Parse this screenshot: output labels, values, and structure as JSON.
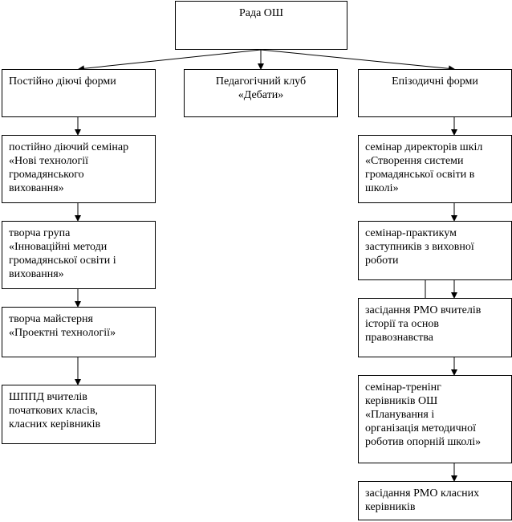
{
  "diagram": {
    "root": {
      "label": "Рада ОШ"
    },
    "branches": [
      {
        "label": "Постійно діючі форми"
      },
      {
        "label": "Педагогічний клуб\n«Дебати»"
      },
      {
        "label": "Епізодичні форми"
      }
    ],
    "left_items": [
      {
        "label": "постійно діючий семінар\n«Нові технології\nгромадянського\nвиховання»"
      },
      {
        "label": "творча група\n«Інноваційні методи\nгромадянської освіти і\nвиховання»"
      },
      {
        "label": "творча майстерня\n«Проектні технології»"
      },
      {
        "label": "ШППД вчителів\nпочаткових класів,\nкласних керівників"
      }
    ],
    "right_items": [
      {
        "label": "семінар директорів шкіл\n«Створення системи\nгромадянської освіти в\nшколі»"
      },
      {
        "label": "семінар-практикум\nзаступників з виховної\nроботи"
      },
      {
        "label": "засідання РМО вчителів\nісторії та основ\nправознавства"
      },
      {
        "label": "семінар-тренінг\nкерівників ОШ\n«Планування і\nорганізація методичної\nроботив опорній школі»"
      },
      {
        "label": "засідання РМО класних\nкерівників"
      }
    ]
  }
}
